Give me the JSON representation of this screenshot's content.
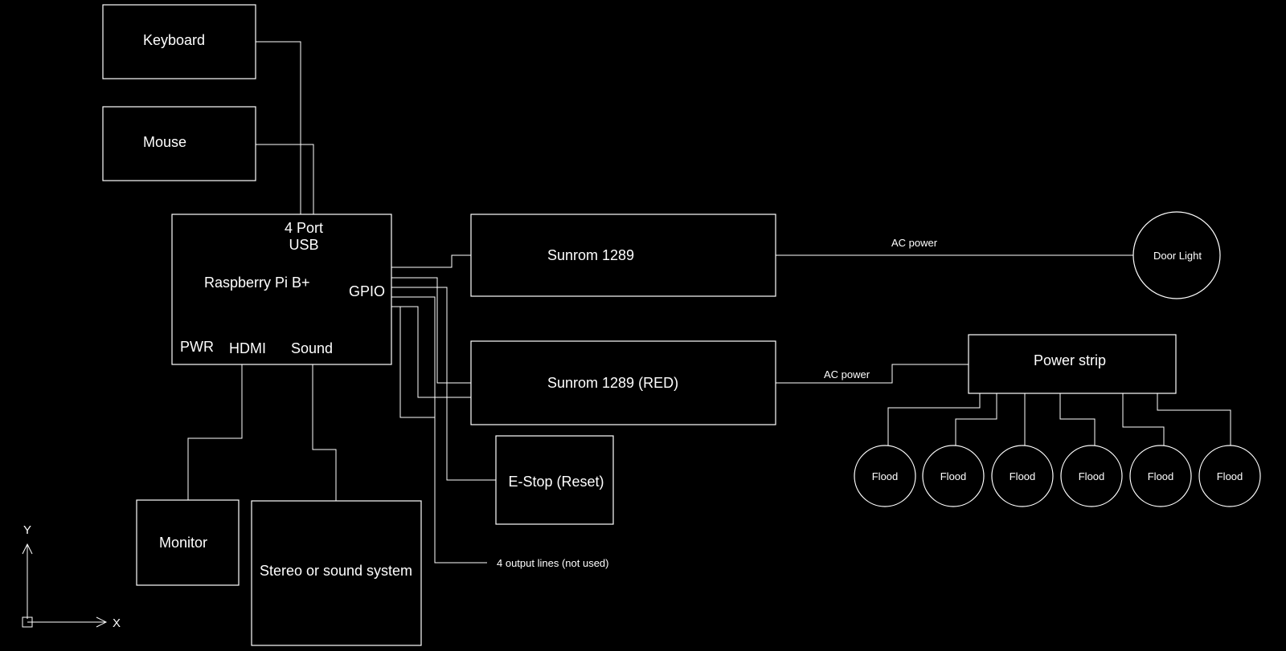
{
  "colors": {
    "background": "#000000",
    "foreground": "#ffffff"
  },
  "blocks": {
    "keyboard": "Keyboard",
    "mouse": "Mouse",
    "pi": "Raspberry Pi B+",
    "usb_line1": "4 Port",
    "usb_line2": "USB",
    "gpio": "GPIO",
    "pwr": "PWR",
    "hdmi": "HDMI",
    "sound": "Sound",
    "sunrom1": "Sunrom 1289",
    "sunrom2": "Sunrom 1289 (RED)",
    "estop": "E-Stop (Reset)",
    "monitor": "Monitor",
    "stereo": "Stereo or sound system",
    "door_light": "Door Light",
    "power_strip": "Power strip"
  },
  "labels": {
    "ac_power_1": "AC power",
    "ac_power_2": "AC power",
    "output_lines": "4 output lines (not used)"
  },
  "floods": [
    "Flood",
    "Flood",
    "Flood",
    "Flood",
    "Flood",
    "Flood"
  ],
  "axes": {
    "y": "Y",
    "x": "X"
  }
}
